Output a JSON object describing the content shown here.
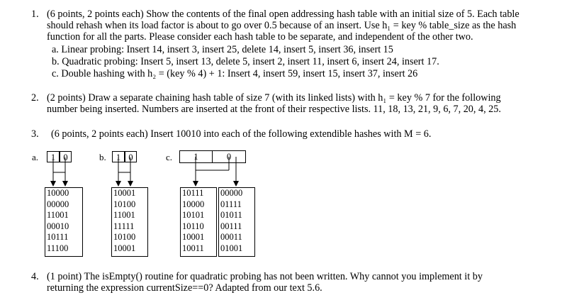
{
  "q1": {
    "num": "1.",
    "lines": [
      "(6 points, 2 points each) Show the contents of the final open addressing hash table with an initial size of 5.  Each table",
      "should rehash when its load factor is about to go over 0.5 because of an insert.  Use h₁ = key % table_size as the hash",
      "function for all the parts.  Please consider each hash table to be separate, and independent of the other two."
    ],
    "parts": [
      "a.  Linear probing:  Insert 14, insert 3, insert 25, delete 14, insert 5, insert 36, insert 15",
      "b.  Quadratic probing:  Insert 5, insert 13, delete 5, insert 2, insert 11, insert 6, insert 24, insert 17.",
      "c.  Double hashing with h₂ = (key % 4) + 1: Insert 4, insert 59, insert 15, insert 37, insert 26"
    ]
  },
  "q2": {
    "num": "2.",
    "lines": [
      "(2 points) Draw a separate chaining hash table of size 7 (with its linked lists) with h₁ = key % 7 for the following",
      "number being inserted.  Numbers are inserted at the front of their respective lists.  11, 18, 13, 21, 9, 6, 7, 20, 4, 25."
    ]
  },
  "q3": {
    "num": "3.",
    "lines": [
      "(6 points, 2 points each) Insert 10010 into each of the following extendible hashes with M = 6."
    ],
    "a": {
      "label": "a.",
      "dir": [
        "1",
        "0"
      ],
      "buckets": [
        [
          "10000",
          "00000",
          "11001",
          "00010",
          "10111",
          "11100"
        ]
      ]
    },
    "b": {
      "label": "b.",
      "dir": [
        "1",
        "0"
      ],
      "buckets": [
        [
          "10001",
          "10100",
          "11001",
          "11111",
          "10100",
          "10001"
        ]
      ]
    },
    "c": {
      "label": "c.",
      "dir": [
        "1",
        "0"
      ],
      "buckets": [
        [
          "10111",
          "10000",
          "10101",
          "10110",
          "10001",
          "10011"
        ],
        [
          "00000",
          "01111",
          "01011",
          "00111",
          "00011",
          "01001"
        ]
      ]
    }
  },
  "q4": {
    "num": "4.",
    "lines": [
      "(1 point)  The isEmpty() routine for quadratic probing has not been written.  Why cannot you implement it by",
      "returning the expression currentSize==0?   Adapted from our text 5.6."
    ]
  }
}
